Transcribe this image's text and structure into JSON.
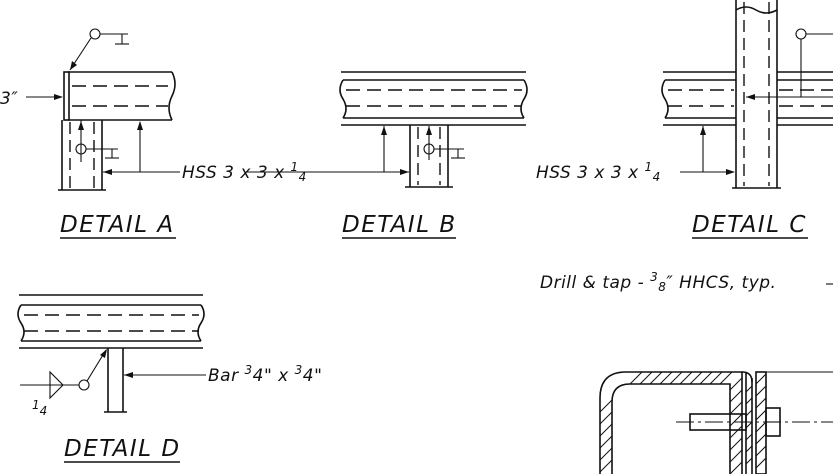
{
  "details": {
    "a": {
      "title": "DETAIL A",
      "left_dim": "3″"
    },
    "b": {
      "title": "DETAIL B"
    },
    "c": {
      "title": "DETAIL C"
    },
    "d": {
      "title": "DETAIL D"
    }
  },
  "callouts": {
    "hss_a": {
      "main": "HSS 3 x 3 x ",
      "num": "1",
      "den": "4"
    },
    "hss_c": {
      "main": "HSS 3 x 3 x ",
      "num": "1",
      "den": "4"
    },
    "bar_d": {
      "prefix": "Bar ",
      "num1": "3",
      "mid": "4\" x ",
      "num2": "3",
      "tail": "4\""
    },
    "weld_d": {
      "size": "1",
      "den": "4"
    },
    "drill": {
      "prefix": "Drill & tap - ",
      "num": "3",
      "den": "8",
      "tail": "″ HHCS, typ."
    }
  }
}
